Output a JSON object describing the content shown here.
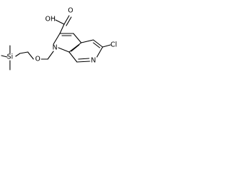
{
  "labels": {
    "carboxyl": "OH",
    "carbonyl_oxygen": "O",
    "ring_nitrogen": "N",
    "pyridine_nitrogen": "N",
    "chlorine": "Cl",
    "ether_oxygen": "O",
    "silicon": "Si"
  },
  "colors": {
    "bond": "#000000",
    "text": "#000000",
    "background": "#ffffff"
  }
}
